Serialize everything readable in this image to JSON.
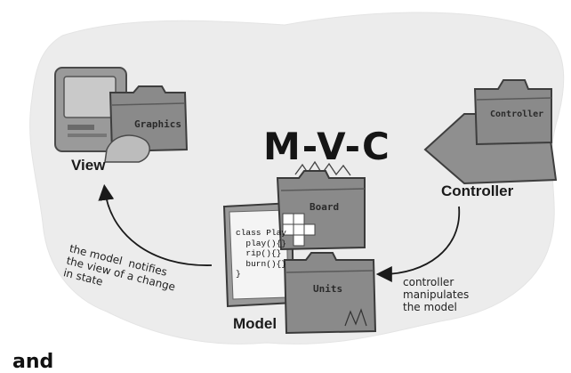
{
  "title": "M-V-C",
  "view": {
    "label": "View",
    "folder_label": "Graphics"
  },
  "controller": {
    "label": "Controller",
    "folder_label": "Controller"
  },
  "model": {
    "label": "Model",
    "code_lines": [
      "class Play",
      "  play(){}",
      "  rip(){}",
      "  burn(){}",
      "}"
    ],
    "board_label": "Board",
    "units_label": "Units"
  },
  "annotations": {
    "model_notifies": "the model  notifies\nthe view of a change\nin state",
    "controller_manipulates": "controller\nmanipulates\nthe model"
  },
  "page_footer_fragment": "and",
  "colors": {
    "background_blob": "#ececec",
    "folder": "#8a8a8a",
    "folder_dark": "#6c6c6c",
    "ink": "#1a1a1a"
  }
}
